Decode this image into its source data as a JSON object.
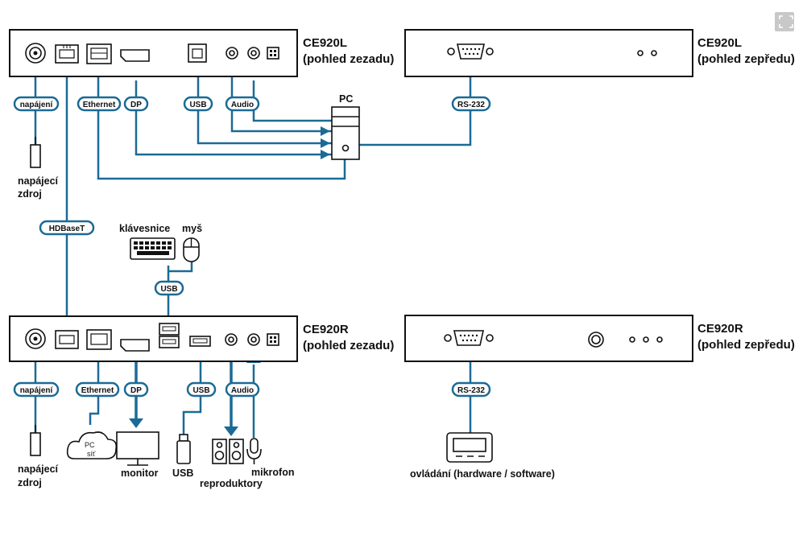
{
  "units": {
    "tl": {
      "name": "CE920L",
      "view": "(pohled zezadu)"
    },
    "tr": {
      "name": "CE920L",
      "view": "(pohled zepředu)"
    },
    "bl": {
      "name": "CE920R",
      "view": "(pohled zezadu)"
    },
    "br": {
      "name": "CE920R",
      "view": "(pohled zepředu)"
    }
  },
  "pills": {
    "power": "napájení",
    "ethernet": "Ethernet",
    "dp": "DP",
    "usb": "USB",
    "audio": "Audio",
    "rs232": "RS-232",
    "hdbaset": "HDBaseT"
  },
  "labels": {
    "pc": "PC",
    "power_source_l1": "napájecí",
    "power_source_l2": "zdroj",
    "keyboard": "klávesnice",
    "mouse": "myš",
    "cloud_l1": "PC",
    "cloud_l2": "síť",
    "monitor": "monitor",
    "usb_drive": "USB",
    "speakers": "reproduktory",
    "microphone": "mikrofon",
    "control": "ovládání (hardware / software)"
  },
  "icons": {
    "expand": "expand-icon"
  },
  "colors": {
    "wire": "#1b6a96",
    "outline": "#111111",
    "button_bg": "#c8c8c8"
  }
}
